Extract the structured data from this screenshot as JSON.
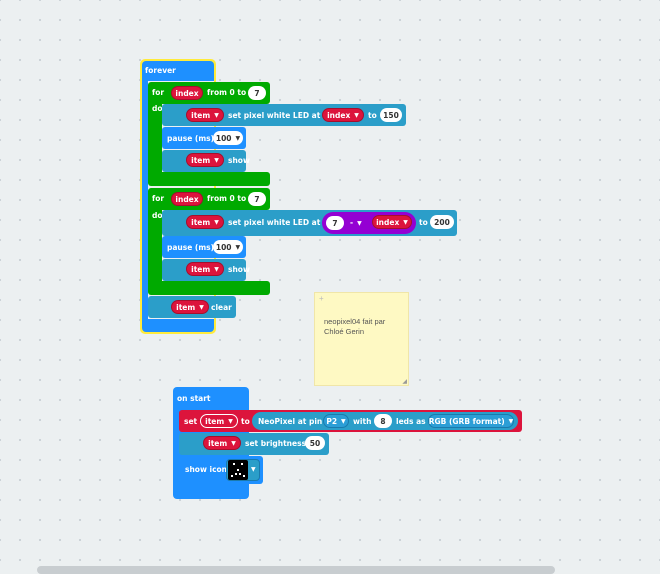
{
  "forever": {
    "label": "forever",
    "loop1": {
      "for": "for",
      "var": "index",
      "from_to": "from 0 to",
      "end": "7",
      "do": "do",
      "set_pixel": {
        "var": "item",
        "text": "set pixel white LED at",
        "index": "index",
        "to": "to",
        "value": "150"
      },
      "pause": {
        "text": "pause (ms)",
        "value": "100"
      },
      "show": {
        "var": "item",
        "text": "show"
      }
    },
    "loop2": {
      "for": "for",
      "var": "index",
      "from_to": "from 0 to",
      "end": "7",
      "do": "do",
      "set_pixel": {
        "var": "item",
        "text": "set pixel white LED at",
        "left": "7",
        "op": "-",
        "index": "index",
        "to": "to",
        "value": "200"
      },
      "pause": {
        "text": "pause (ms)",
        "value": "100"
      },
      "show": {
        "var": "item",
        "text": "show"
      }
    },
    "clear": {
      "var": "item",
      "text": "clear"
    }
  },
  "comment": {
    "marker": "+",
    "text_line1": "neopixel04 fait par",
    "text_line2": "Chloé Gerin"
  },
  "on_start": {
    "label": "on start",
    "set": {
      "set": "set",
      "var": "item",
      "to": "to",
      "neopixel": "NeoPixel at pin",
      "pin": "P2",
      "with": "with",
      "leds": "8",
      "leds_label": "leds as",
      "mode": "RGB (GRB format)"
    },
    "brightness": {
      "var": "item",
      "text": "set brightness",
      "value": "50"
    },
    "show_icon": {
      "text": "show icon"
    }
  },
  "colors": {
    "basic": "#1e90ff",
    "loops": "#00aa00",
    "neopixel": "#2b9ec9",
    "variables": "#dc143c",
    "math": "#9400d3",
    "comment": "#fef9c3",
    "selected": "#ffeb3b"
  },
  "icons": [
    "dropdown-caret-icon",
    "led-face-icon",
    "comment-resize-icon"
  ]
}
